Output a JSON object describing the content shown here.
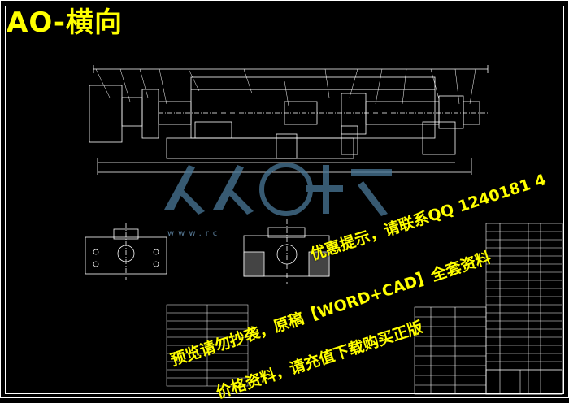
{
  "title": "AO-横向",
  "watermark": {
    "line1": "预览请勿抄袭，原稿【WORD+CAD】全套资料",
    "line2": "优惠提示，请联系QQ 1240181 4",
    "line3": "价格资料，请充值下载购买正版",
    "full": "预览请勿抄袭，原稿【WORD+CAD】全套资料 请联系QQ 12401814 ，请充值下载购买正版"
  },
  "logo": {
    "name": "人人文库",
    "url_fragment": "www.rc"
  },
  "colors": {
    "background": "#000000",
    "title": "#ffff00",
    "lines": "#ffffff",
    "watermark": "#ffff00",
    "logo": "#4a7898"
  }
}
